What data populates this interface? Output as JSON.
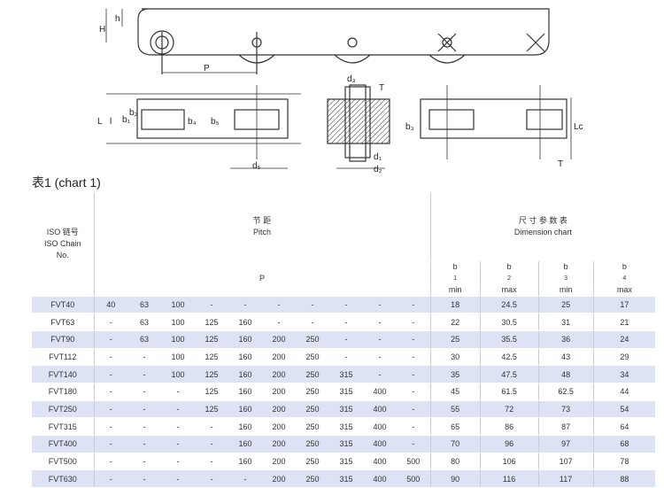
{
  "drawing": {
    "labels": {
      "H": "H",
      "h": "h",
      "P": "P",
      "L": "L",
      "l": "l",
      "b1": "b₁",
      "b4": "b₄",
      "b5": "b₅",
      "b2": "b₂",
      "d5": "d₅",
      "d3": "d₃",
      "T": "T",
      "d1": "d₁",
      "d2": "d₂",
      "b3": "b₃",
      "Lc": "Lc"
    }
  },
  "caption": "表1 (chart 1)",
  "table": {
    "iso_header": [
      "ISO 链号",
      "ISO Chain",
      "No."
    ],
    "pitch_header": [
      "节 距",
      "Pitch"
    ],
    "dim_header": [
      "尺 寸 参 数 表",
      "Dimension chart"
    ],
    "p_label": "P",
    "dim_cols": [
      {
        "sym": "b",
        "sub": "1",
        "note": "min"
      },
      {
        "sym": "b",
        "sub": "2",
        "note": "max"
      },
      {
        "sym": "b",
        "sub": "3",
        "note": "min"
      },
      {
        "sym": "b",
        "sub": "4",
        "note": "max"
      }
    ],
    "rows": [
      {
        "no": "FVT40",
        "p": [
          "40",
          "63",
          "100",
          "-",
          "-",
          "-",
          "-",
          "-",
          "-",
          "-"
        ],
        "d": [
          "18",
          "24.5",
          "25",
          "17"
        ]
      },
      {
        "no": "FVT63",
        "p": [
          "-",
          "63",
          "100",
          "125",
          "160",
          "-",
          "-",
          "-",
          "-",
          "-"
        ],
        "d": [
          "22",
          "30.5",
          "31",
          "21"
        ]
      },
      {
        "no": "FVT90",
        "p": [
          "-",
          "63",
          "100",
          "125",
          "160",
          "200",
          "250",
          "-",
          "-",
          "-"
        ],
        "d": [
          "25",
          "35.5",
          "36",
          "24"
        ]
      },
      {
        "no": "FVT112",
        "p": [
          "-",
          "-",
          "100",
          "125",
          "160",
          "200",
          "250",
          "-",
          "-",
          "-"
        ],
        "d": [
          "30",
          "42.5",
          "43",
          "29"
        ]
      },
      {
        "no": "FVT140",
        "p": [
          "-",
          "-",
          "100",
          "125",
          "160",
          "200",
          "250",
          "315",
          "-",
          "-"
        ],
        "d": [
          "35",
          "47.5",
          "48",
          "34"
        ]
      },
      {
        "no": "FVT180",
        "p": [
          "-",
          "-",
          "-",
          "125",
          "160",
          "200",
          "250",
          "315",
          "400",
          "-"
        ],
        "d": [
          "45",
          "61.5",
          "62.5",
          "44"
        ]
      },
      {
        "no": "FVT250",
        "p": [
          "-",
          "-",
          "-",
          "125",
          "160",
          "200",
          "250",
          "315",
          "400",
          "-"
        ],
        "d": [
          "55",
          "72",
          "73",
          "54"
        ]
      },
      {
        "no": "FVT315",
        "p": [
          "-",
          "-",
          "-",
          "-",
          "160",
          "200",
          "250",
          "315",
          "400",
          "-"
        ],
        "d": [
          "65",
          "86",
          "87",
          "64"
        ]
      },
      {
        "no": "FVT400",
        "p": [
          "-",
          "-",
          "-",
          "-",
          "160",
          "200",
          "250",
          "315",
          "400",
          "-"
        ],
        "d": [
          "70",
          "96",
          "97",
          "68"
        ]
      },
      {
        "no": "FVT500",
        "p": [
          "-",
          "-",
          "-",
          "-",
          "160",
          "200",
          "250",
          "315",
          "400",
          "500"
        ],
        "d": [
          "80",
          "106",
          "107",
          "78"
        ]
      },
      {
        "no": "FVT630",
        "p": [
          "-",
          "-",
          "-",
          "-",
          "-",
          "200",
          "250",
          "315",
          "400",
          "500"
        ],
        "d": [
          "90",
          "116",
          "117",
          "88"
        ]
      }
    ]
  }
}
